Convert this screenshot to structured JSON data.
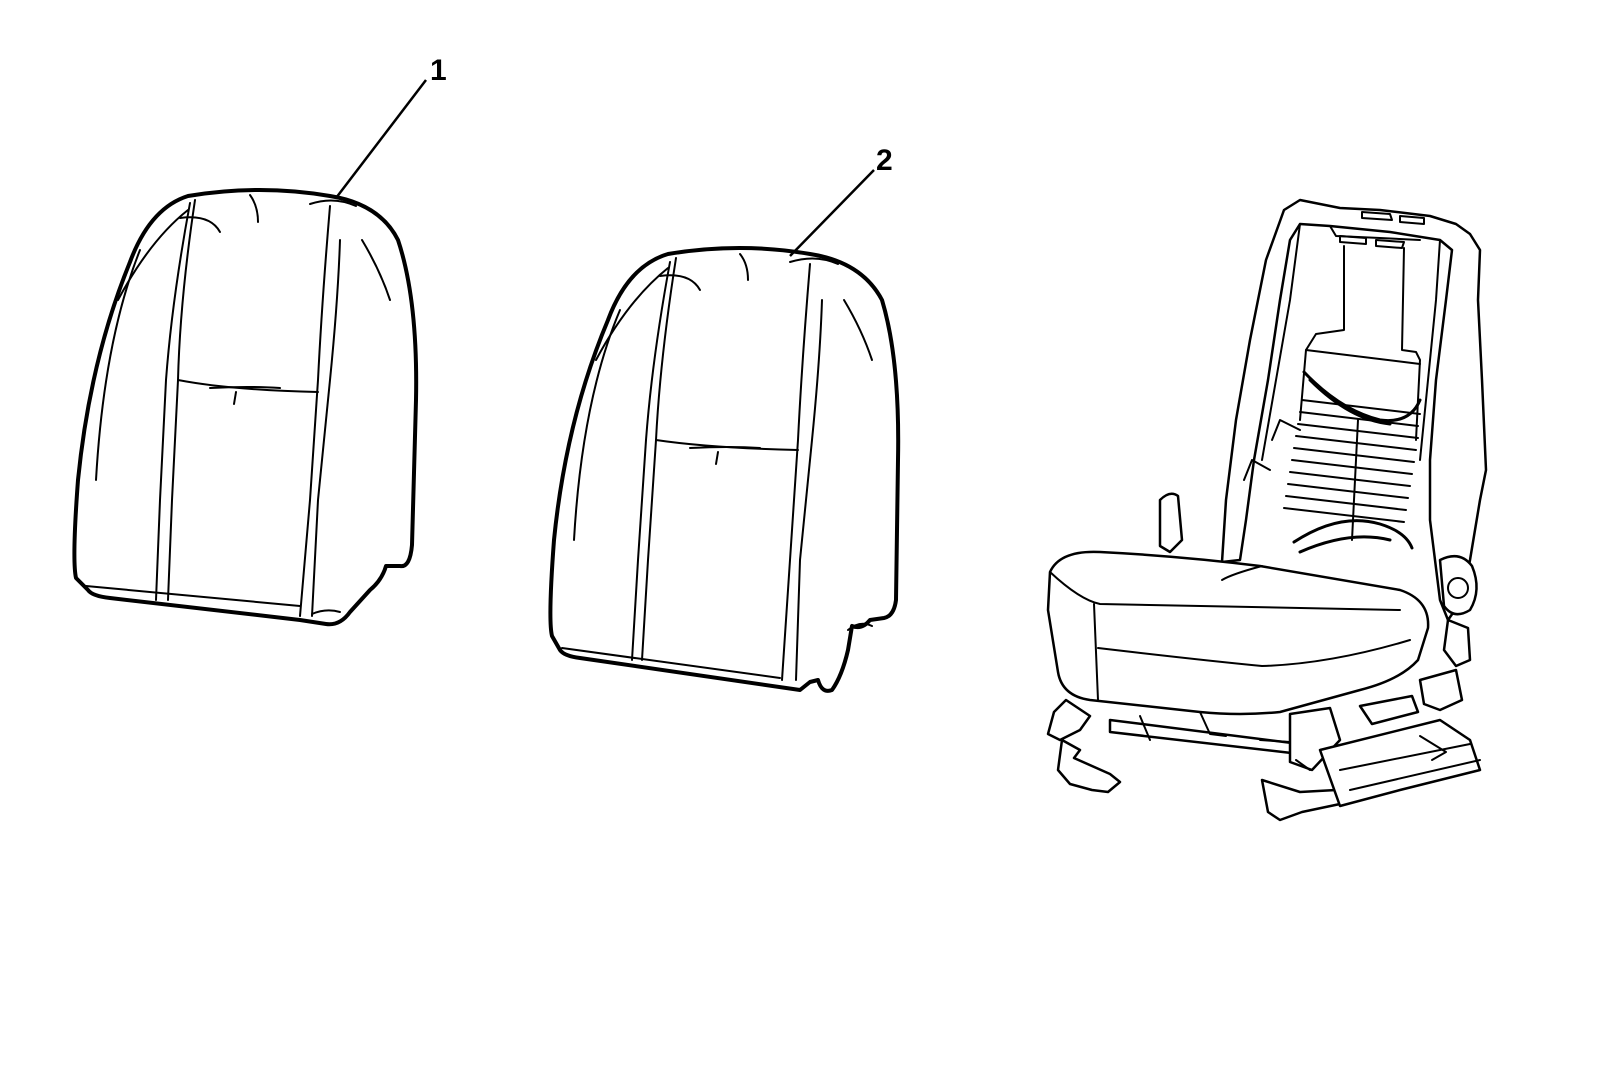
{
  "callouts": [
    {
      "id": 1,
      "label": "1"
    },
    {
      "id": 2,
      "label": "2"
    }
  ],
  "colors": {
    "line": "#000000",
    "background": "#ffffff"
  }
}
